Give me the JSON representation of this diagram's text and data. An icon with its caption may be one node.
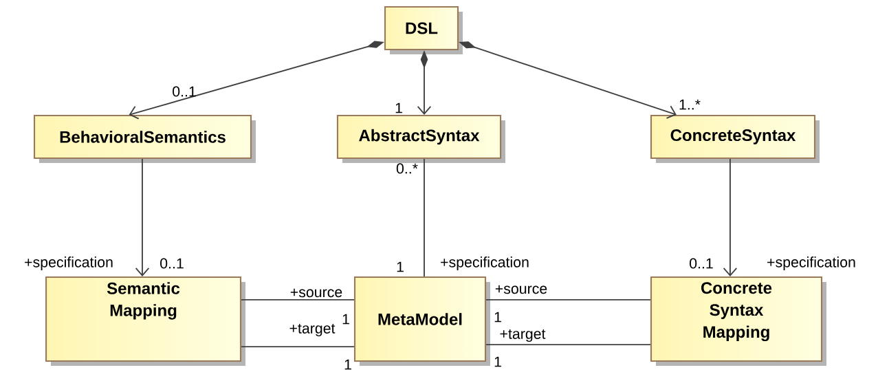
{
  "diagram": {
    "nodes": [
      {
        "text": [
          "DSL"
        ]
      },
      {
        "text": [
          "BehavioralSemantics"
        ]
      },
      {
        "text": [
          "AbstractSyntax"
        ]
      },
      {
        "text": [
          "ConcreteSyntax"
        ]
      },
      {
        "text": [
          "Semantic Mapping"
        ]
      },
      {
        "text": [
          "MetaModel"
        ]
      },
      {
        "text": [
          "Concrete Syntax Mapping"
        ]
      }
    ],
    "edges": [
      {
        "from": 0,
        "to": 1,
        "arrow": "to"
      },
      {
        "from": 0,
        "to": 2,
        "arrow": "to"
      },
      {
        "from": 0,
        "to": 3,
        "arrow": "to"
      },
      {
        "from": 1,
        "to": 4,
        "arrow": "to"
      },
      {
        "from": 2,
        "to": 5,
        "arrow": "none"
      },
      {
        "from": 3,
        "to": 6,
        "arrow": "to"
      },
      {
        "from": 4,
        "to": 5,
        "arrow": "none"
      },
      {
        "from": 4,
        "to": 5,
        "arrow": "none"
      },
      {
        "from": 5,
        "to": 6,
        "arrow": "none"
      },
      {
        "from": 5,
        "to": 6,
        "arrow": "none"
      }
    ],
    "labels": [
      "0..1",
      "1",
      "1..*",
      "0..*",
      "+specification",
      "0..1",
      "1",
      "+specification",
      "0..1",
      "+specification",
      "+source",
      "+source",
      "1",
      "1",
      "+target",
      "+target",
      "1",
      "1"
    ]
  }
}
